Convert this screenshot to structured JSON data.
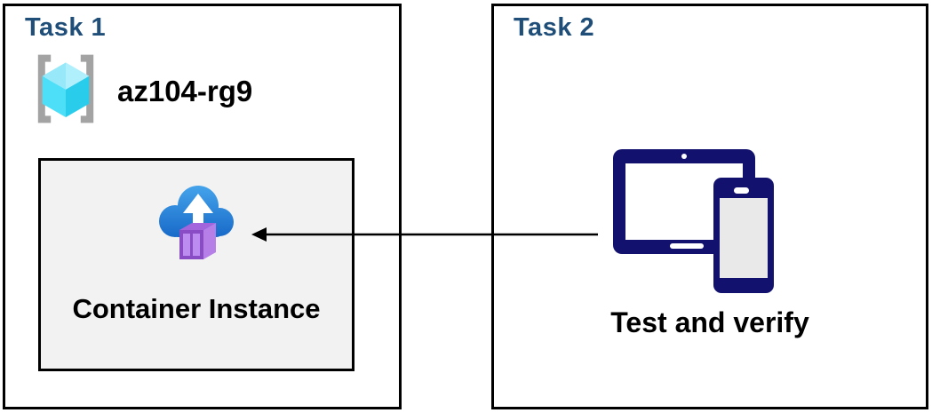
{
  "task1": {
    "title": "Task 1",
    "resource_group": {
      "name": "az104-rg9",
      "icon": "azure-resource-group"
    },
    "container_box": {
      "label": "Container Instance",
      "icon": "azure-container-instance"
    }
  },
  "task2": {
    "title": "Task 2",
    "caption": "Test and verify",
    "icon": "tablet-and-phone-devices"
  },
  "connection": {
    "from": "task2-devices-icon",
    "to": "task1-container-instance-box",
    "type": "straight-line",
    "arrowhead": "pointing-left"
  },
  "colors": {
    "panel_border": "#000000",
    "title_blue": "#1f4e79",
    "label_black": "#000000",
    "container_box_bg": "#f2f2f2",
    "device_navy": "#12126e",
    "device_screen_gray": "#e9e9e9",
    "cloud_blue_light": "#46a5ec",
    "cloud_blue_dark": "#1566c6",
    "container_purple_front": "#8a4cc4",
    "container_purple_side": "#b67fe8",
    "container_purple_panel": "#bd8cf0",
    "container_purple_top": "#a265dc",
    "cube_cyan_top_left": "#97e9f9",
    "cube_cyan_top_right": "#b0f0fc",
    "cube_cyan_left": "#4edff8",
    "cube_cyan_right": "#2accec",
    "bracket_gray": "#a3a3a3",
    "arrow_black": "#000000"
  }
}
